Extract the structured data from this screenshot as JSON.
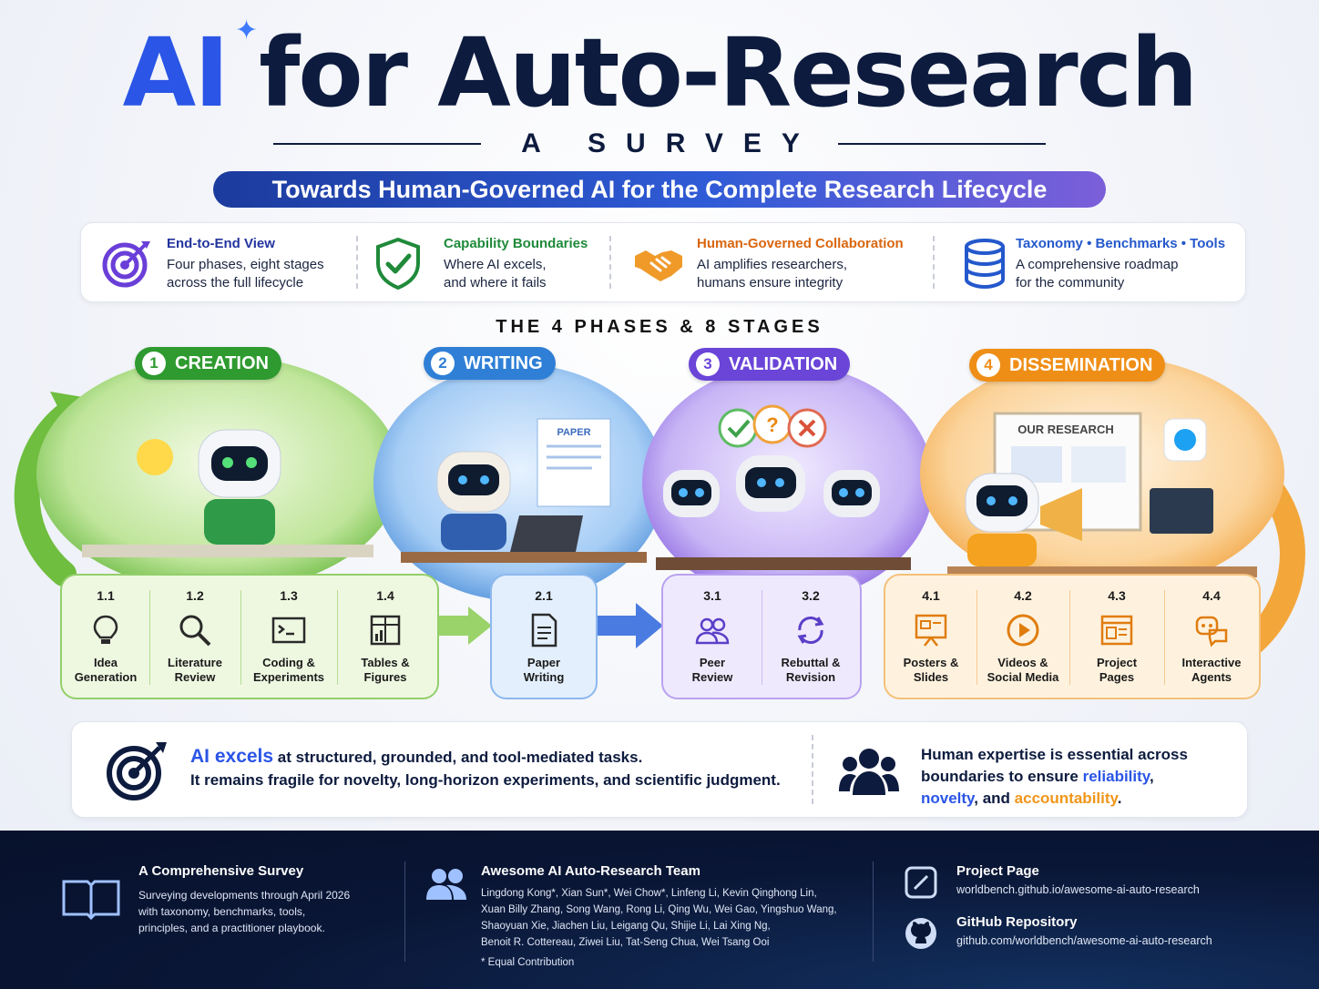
{
  "title": {
    "ai": "AI",
    "rest": "for Auto-Research",
    "survey": "A SURVEY"
  },
  "subtitle": "Towards Human-Governed AI for the Complete Research Lifecycle",
  "features": [
    {
      "icon": "target-icon",
      "color": "#4a3bd6",
      "title": "End-to-End View",
      "line1": "Four phases, eight stages",
      "line2": "across the full lifecycle"
    },
    {
      "icon": "shield-check-icon",
      "color": "#1f8a3a",
      "title": "Capability Boundaries",
      "line1": "Where AI excels,",
      "line2": "and where it fails"
    },
    {
      "icon": "handshake-icon",
      "color": "#d9660f",
      "title": "Human-Governed Collaboration",
      "line1": "AI amplifies researchers,",
      "line2": "humans ensure integrity"
    },
    {
      "icon": "database-icon",
      "color": "#2458cc",
      "title_parts": [
        "Taxonomy",
        "•",
        "Benchmarks",
        "•",
        "Tools"
      ],
      "line1": "A comprehensive roadmap",
      "line2": "for the community"
    }
  ],
  "phases_heading": "THE 4 PHASES & 8 STAGES",
  "phases": [
    {
      "num": "1",
      "label": "CREATION",
      "color": "#2e9a2f",
      "stages": [
        {
          "num": "1.1",
          "label1": "Idea",
          "label2": "Generation",
          "icon": "lightbulb-icon"
        },
        {
          "num": "1.2",
          "label1": "Literature",
          "label2": "Review",
          "icon": "magnifier-icon"
        },
        {
          "num": "1.3",
          "label1": "Coding &",
          "label2": "Experiments",
          "icon": "terminal-icon"
        },
        {
          "num": "1.4",
          "label1": "Tables &",
          "label2": "Figures",
          "icon": "table-chart-icon"
        }
      ]
    },
    {
      "num": "2",
      "label": "WRITING",
      "color": "#2f7fd6",
      "stages": [
        {
          "num": "2.1",
          "label1": "Paper",
          "label2": "Writing",
          "icon": "document-icon"
        }
      ]
    },
    {
      "num": "3",
      "label": "VALIDATION",
      "color": "#6a45d8",
      "stages": [
        {
          "num": "3.1",
          "label1": "Peer",
          "label2": "Review",
          "icon": "people-icon"
        },
        {
          "num": "3.2",
          "label1": "Rebuttal &",
          "label2": "Revision",
          "icon": "cycle-icon"
        }
      ]
    },
    {
      "num": "4",
      "label": "DISSEMINATION",
      "color": "#ef8e16",
      "stages": [
        {
          "num": "4.1",
          "label1": "Posters &",
          "label2": "Slides",
          "icon": "poster-icon"
        },
        {
          "num": "4.2",
          "label1": "Videos &",
          "label2": "Social Media",
          "icon": "play-icon"
        },
        {
          "num": "4.3",
          "label1": "Project",
          "label2": "Pages",
          "icon": "webpage-icon"
        },
        {
          "num": "4.4",
          "label1": "Interactive",
          "label2": "Agents",
          "icon": "chat-bot-icon"
        }
      ]
    }
  ],
  "art_text": {
    "paper": "PAPER",
    "our_research": "OUR RESEARCH"
  },
  "callout_left": {
    "highlight": "AI excels",
    "rest": " at structured, grounded, and tool-mediated tasks.",
    "line2": "It remains fragile for novelty, long-horizon experiments, and scientific judgment."
  },
  "callout_right": {
    "line1": "Human expertise is essential across",
    "pre": "boundaries to ensure ",
    "reliability": "reliability",
    "comma": ",",
    "novelty": "novelty",
    "and": ", and ",
    "accountability": "accountability",
    "period": "."
  },
  "footer": {
    "survey_title": "A Comprehensive Survey",
    "survey_lines": [
      "Surveying developments through April 2026",
      "with taxonomy, benchmarks, tools,",
      "principles, and a practitioner playbook."
    ],
    "team_title": "Awesome AI Auto-Research Team",
    "team_lines": [
      "Lingdong Kong*, Xian Sun*, Wei Chow*, Linfeng Li, Kevin Qinghong Lin,",
      "Xuan Billy Zhang, Song Wang, Rong Li, Qing Wu, Wei Gao, Yingshuo Wang,",
      "Shaoyuan Xie, Jiachen Liu, Leigang Qu, Shijie Li, Lai Xing Ng,",
      "Benoit R. Cottereau, Ziwei Liu, Tat-Seng Chua, Wei Tsang Ooi"
    ],
    "equal": "* Equal Contribution",
    "project_title": "Project Page",
    "project_url": "worldbench.github.io/awesome-ai-auto-research",
    "github_title": "GitHub Repository",
    "github_url": "github.com/worldbench/awesome-ai-auto-research"
  },
  "colors": {
    "navy": "#0d1b3e",
    "blue": "#2a55e6",
    "orange": "#f0961a",
    "green": "#2e9a2f",
    "purple": "#6a45d8"
  }
}
